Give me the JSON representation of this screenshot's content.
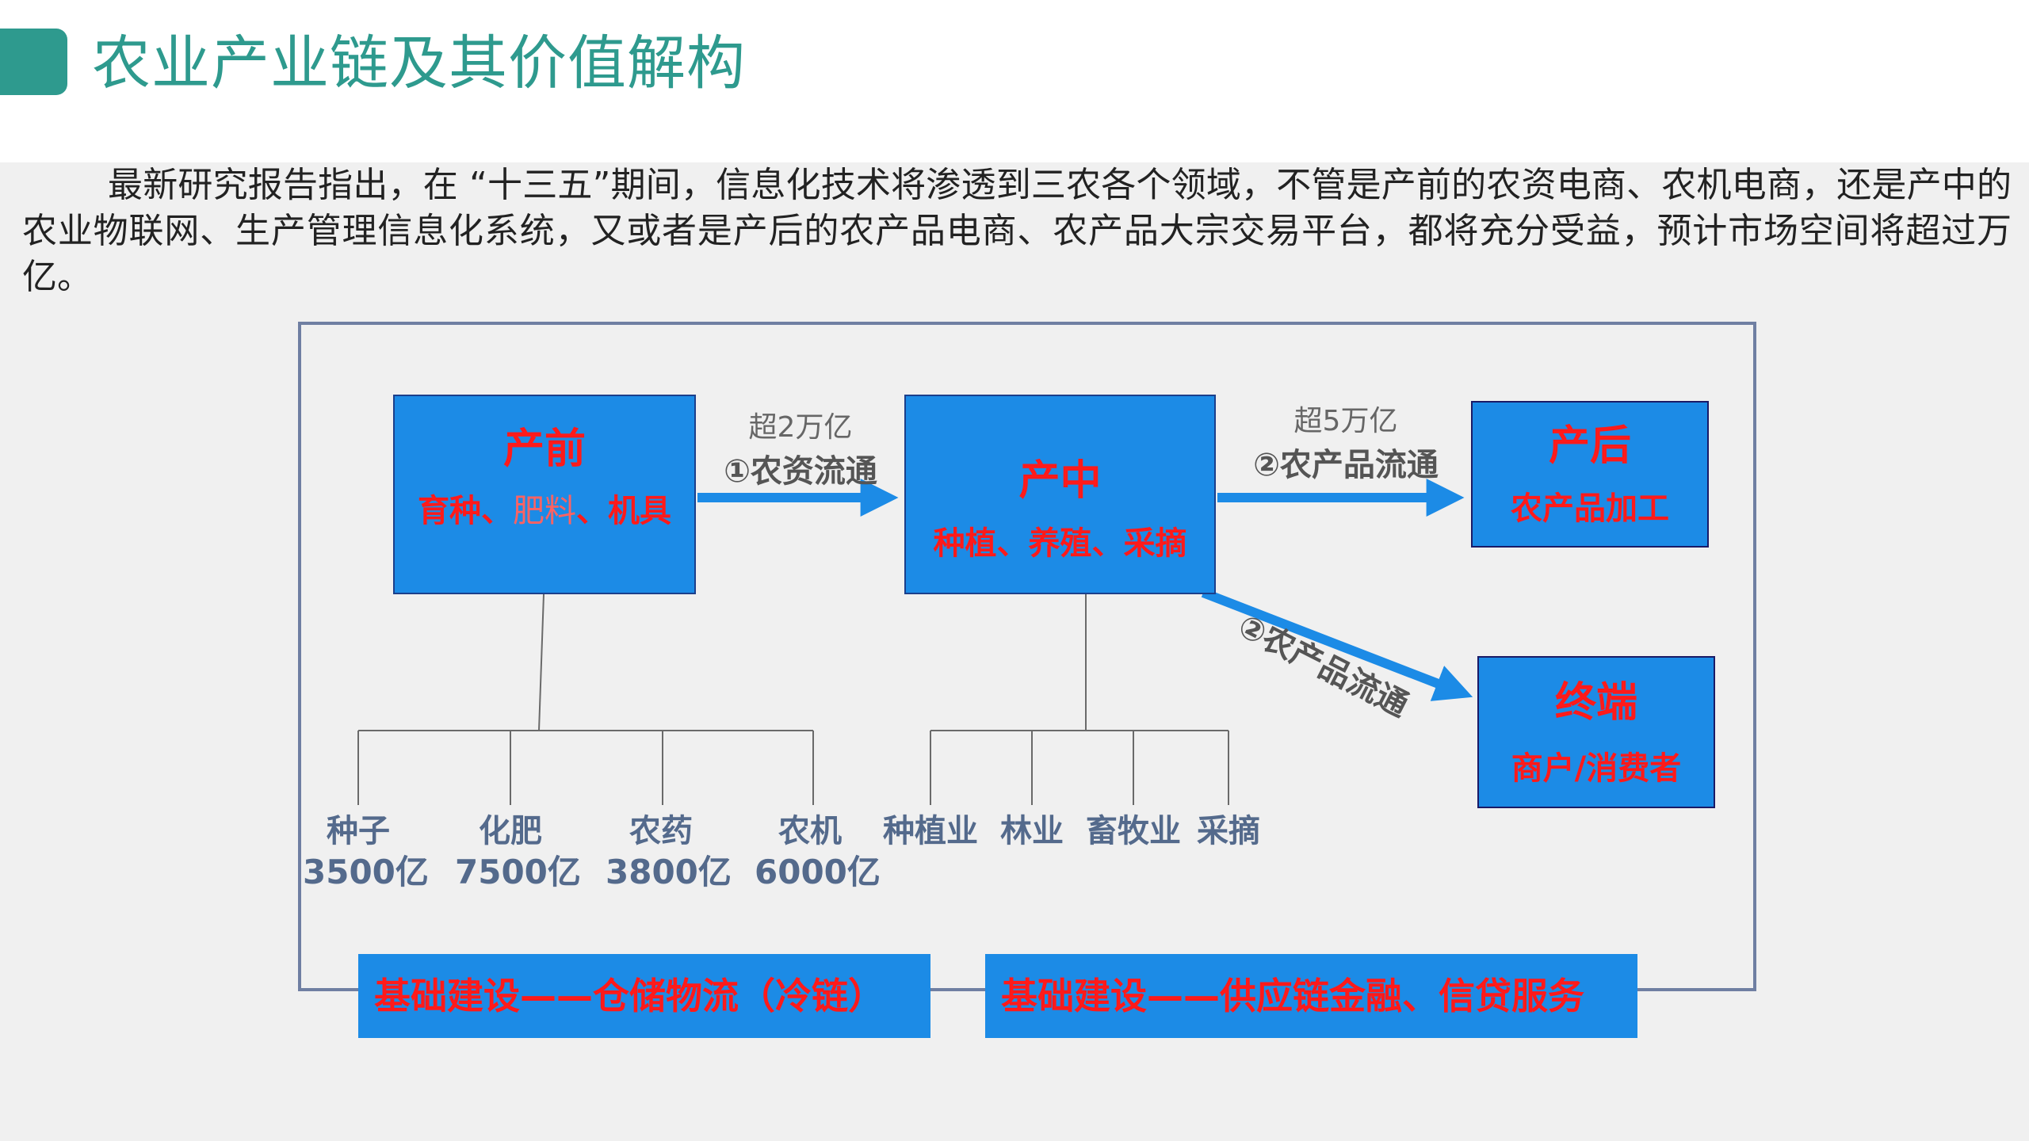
{
  "slide": {
    "title": "农业产业链及其价值解构",
    "intro": "最新研究报告指出，在 “十三五”期间，信息化技术将渗透到三农各个领域，不管是产前的农资电商、农机电商，还是产中的农业物联网、生产管理信息化系统，又或者是产后的农产品电商、农产品大宗交易平台，都将充分受益，预计市场空间将超过万亿。"
  },
  "diagram": {
    "pre": {
      "name": "产前",
      "desc_a": "育种、",
      "desc_b": "肥料",
      "desc_c": "、机具"
    },
    "mid": {
      "name": "产中",
      "desc": "种植、养殖、采摘"
    },
    "post": {
      "name": "产后",
      "desc": "农产品加工"
    },
    "end": {
      "name": "终端",
      "desc": "商户/消费者"
    },
    "flows": {
      "f1_amount": "超2万亿",
      "f1_route": "①农资流通",
      "f2_amount": "超5万亿",
      "f2_route": "②农产品流通",
      "f3_route": "②农产品流通"
    },
    "pre_children": [
      {
        "name": "种子",
        "amount": "3500亿"
      },
      {
        "name": "化肥",
        "amount": "7500亿"
      },
      {
        "name": "农药",
        "amount": "3800亿"
      },
      {
        "name": "农机",
        "amount": "6000亿"
      }
    ],
    "mid_children": [
      {
        "name": "种植业"
      },
      {
        "name": "林业"
      },
      {
        "name": "畜牧业"
      },
      {
        "name": "采摘"
      }
    ],
    "base": {
      "b1": "基础建设——仓储物流（冷链）",
      "b2": "基础建设——供应链金融、信贷服务"
    },
    "colors": {
      "box_fill": "#1c8be6",
      "box_text": "#ff1a1a",
      "accent": "#2e9a8e",
      "frame": "#6f7fa2",
      "leaf_text": "#546a8c"
    }
  }
}
